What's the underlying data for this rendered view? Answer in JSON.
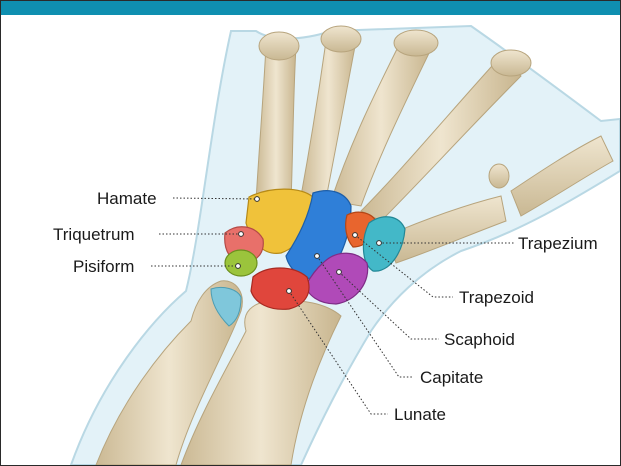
{
  "header": {
    "accent_color": "#0f8fb0"
  },
  "bones": {
    "hamate": "Hamate",
    "triquetrum": "Triquetrum",
    "pisiform": "Pisiform",
    "trapezium": "Trapezium",
    "trapezoid": "Trapezoid",
    "scaphoid": "Scaphoid",
    "capitate": "Capitate",
    "lunate": "Lunate"
  },
  "colors": {
    "hamate": "#f0c23a",
    "triquetrum": "#e8706a",
    "pisiform": "#9bc43c",
    "trapezium": "#43b8c8",
    "trapezoid": "#e8652e",
    "scaphoid": "#b04ab8",
    "capitate": "#2f7fd8",
    "lunate": "#e0463c",
    "bone": "#e8dcc2",
    "skin": "#dff0f6"
  }
}
